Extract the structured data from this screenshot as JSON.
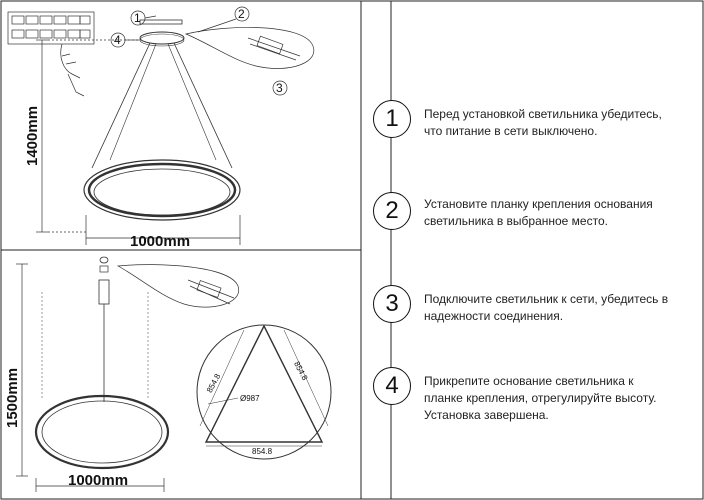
{
  "top_drawing": {
    "height_label": "1400mm",
    "width_label": "1000mm",
    "callouts": [
      "1",
      "2",
      "3",
      "4"
    ]
  },
  "bottom_drawing": {
    "height_label": "1500mm",
    "width_label": "1000mm",
    "triangle_side_left": "854.8",
    "triangle_side_right": "854.8",
    "triangle_side_bottom": "854.8",
    "diameter_label": "Ø987"
  },
  "steps": [
    {
      "number": "1",
      "lines": [
        "Перед установкой светильника убедитесь,",
        "что питание в сети выключено."
      ]
    },
    {
      "number": "2",
      "lines": [
        "Установите планку крепления основания",
        "светильника в выбранное место."
      ]
    },
    {
      "number": "3",
      "lines": [
        "Подключите светильник к сети, убедитесь в",
        "надежности соединения."
      ]
    },
    {
      "number": "4",
      "lines": [
        "Прикрепите основание светильника к",
        "планке крепления, отрегулируйте высоту.",
        "Установка завершена."
      ]
    }
  ]
}
